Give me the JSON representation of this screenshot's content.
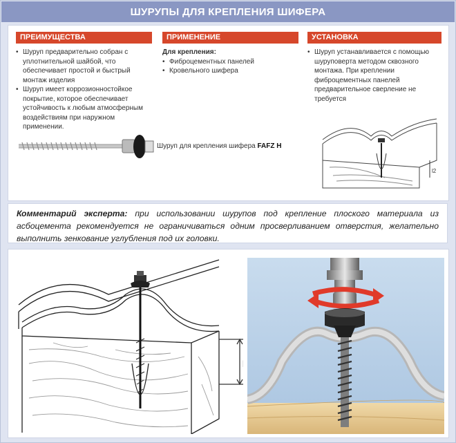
{
  "header": {
    "title": "ШУРУПЫ ДЛЯ КРЕПЛЕНИЯ ШИФЕРА"
  },
  "advantages": {
    "title": "ПРЕИМУЩЕСТВА",
    "items": [
      "Шуруп предварительно собран с уплотнительной шайбой, что обеспечивает простой и быстрый монтаж изделия",
      "Шуруп имеет коррозионностойкое покрытие, которое обеспечивает устойчивость к любым атмосферным воздействиям при наружном применении."
    ]
  },
  "application": {
    "title": "ПРИМЕНЕНИЕ",
    "subtitle": "Для крепления:",
    "items": [
      "Фиброцементных панелей",
      "Кровельного шифера"
    ]
  },
  "installation": {
    "title": "УСТАНОВКА",
    "items": [
      "Шуруп устанавливается с помощью шуруповерта методом сквозного монтажа. При креплении фиброцементных панелей предварительное сверление не требуется"
    ]
  },
  "screw": {
    "caption": "Шуруп для крепления шифера",
    "model": "FAFZ H"
  },
  "comment": {
    "label": "Комментарий эксперта:",
    "text": "при использовании шурупов под крепление плоского материала из асбоцемента рекомендуется не ограничиваться одним просверливанием отверстия, желательно выполнить зенкование углубления под их головки."
  },
  "drawing": {
    "dimension_label": "l2",
    "small_dimension_label": "l2"
  },
  "colors": {
    "header": "#8a97c3",
    "section_head": "#d6472b",
    "background": "#dfe4f1",
    "rotation_arrow": "#e03a2a"
  }
}
